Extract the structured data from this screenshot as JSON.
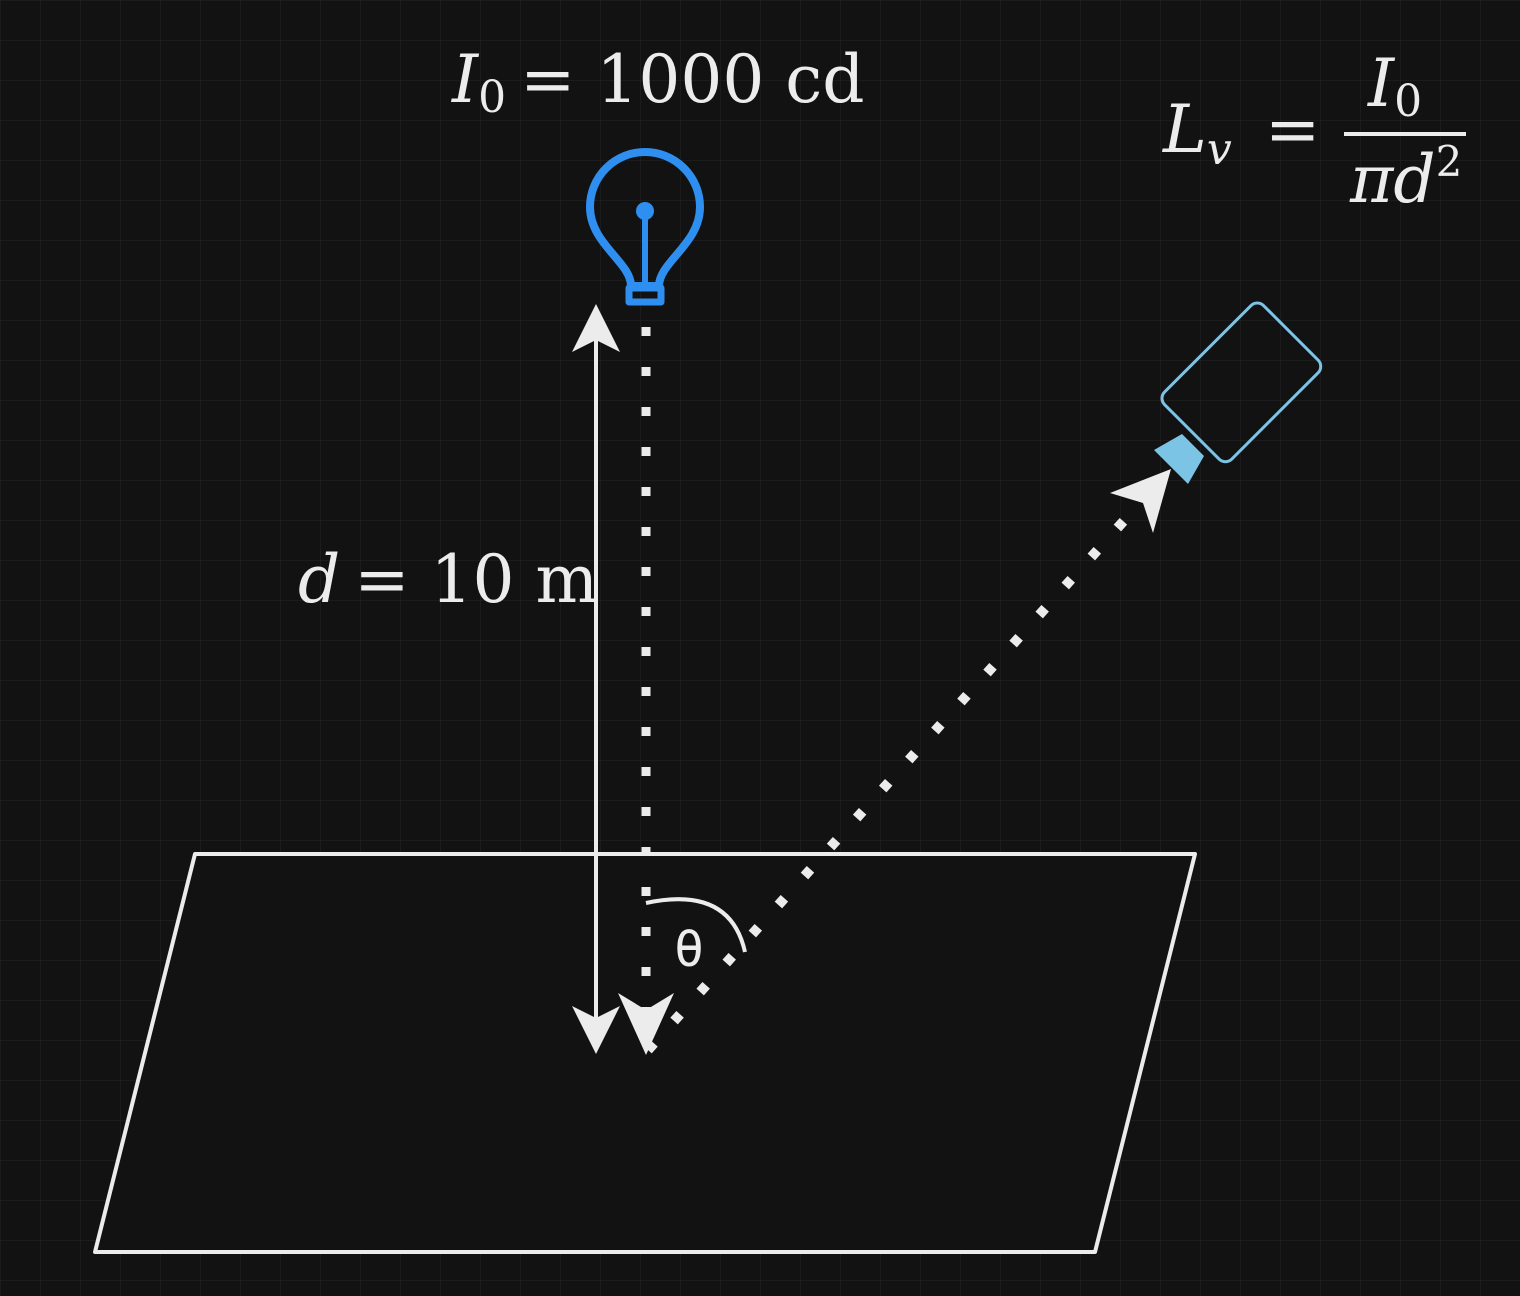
{
  "colors": {
    "background": "#121212",
    "grid": "#262626",
    "stroke": "#ececec",
    "bulb": "#2f8ff0",
    "camera": "#7cc4e6"
  },
  "labels": {
    "intensity": {
      "symbol": "I",
      "subscript": "0",
      "rest": "= 1000 cd"
    },
    "distance": {
      "symbol": "d",
      "rest": "= 10 m"
    },
    "angle": "θ",
    "formula": {
      "lhs_symbol": "L",
      "lhs_subscript": "v",
      "equals": "=",
      "num_symbol": "I",
      "num_subscript": "0",
      "den_text": "πd",
      "den_superscript": "2"
    }
  },
  "icons": {
    "light_source": "lightbulb-icon",
    "observer": "camera-icon"
  }
}
